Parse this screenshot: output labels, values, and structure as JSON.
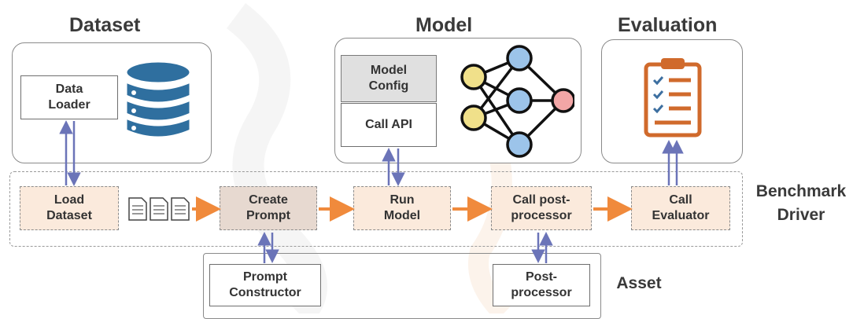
{
  "sections": {
    "dataset": "Dataset",
    "model": "Model",
    "evaluation": "Evaluation"
  },
  "dataset_panel": {
    "data_loader": "Data\nLoader",
    "icon": "database-icon"
  },
  "model_panel": {
    "model_config": "Model\nConfig",
    "call_api": "Call API",
    "icon": "neural-network-icon"
  },
  "evaluation_panel": {
    "icon": "clipboard-checklist-icon"
  },
  "benchmark_driver": {
    "label": "Benchmark\nDriver",
    "steps": [
      "Load\nDataset",
      "Create\nPrompt",
      "Run\nModel",
      "Call post-\nprocessor",
      "Call\nEvaluator"
    ],
    "documents_icon": "documents-icon"
  },
  "asset": {
    "label": "Asset",
    "prompt_constructor": "Prompt\nConstructor",
    "post_processor": "Post-\nprocessor"
  },
  "colors": {
    "flow_arrow": "#f08a3c",
    "link_arrow": "#6b74b8",
    "step_fill": "#fbeadc",
    "node_yellow": "#f0e08a",
    "node_blue": "#9cc4ea",
    "node_pink": "#f2a6a6",
    "database_blue": "#2f6f9f",
    "clipboard_orange": "#d06a2c"
  }
}
